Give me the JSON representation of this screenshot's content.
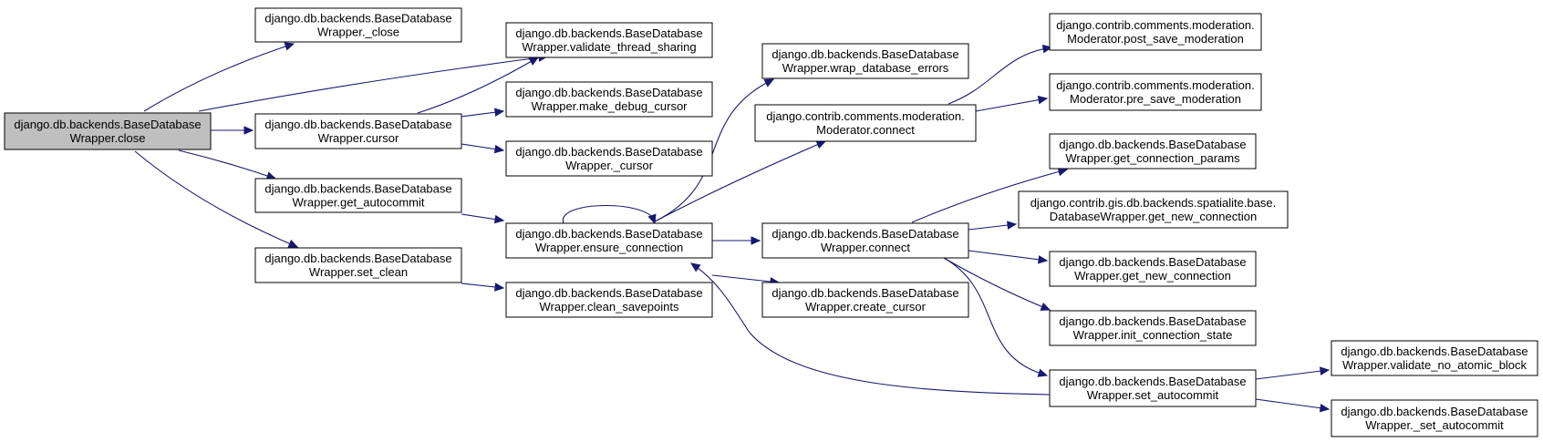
{
  "diagram": {
    "title": "",
    "nodes": [
      {
        "id": "close",
        "lines": [
          "django.db.backends.BaseDatabase",
          "Wrapper.close"
        ],
        "root": true
      },
      {
        "id": "_close",
        "lines": [
          "django.db.backends.BaseDatabase",
          "Wrapper._close"
        ]
      },
      {
        "id": "validate_thread_sharing",
        "lines": [
          "django.db.backends.BaseDatabase",
          "Wrapper.validate_thread_sharing"
        ]
      },
      {
        "id": "cursor",
        "lines": [
          "django.db.backends.BaseDatabase",
          "Wrapper.cursor"
        ]
      },
      {
        "id": "make_debug_cursor",
        "lines": [
          "django.db.backends.BaseDatabase",
          "Wrapper.make_debug_cursor"
        ]
      },
      {
        "id": "_cursor",
        "lines": [
          "django.db.backends.BaseDatabase",
          "Wrapper._cursor"
        ]
      },
      {
        "id": "get_autocommit",
        "lines": [
          "django.db.backends.BaseDatabase",
          "Wrapper.get_autocommit"
        ]
      },
      {
        "id": "ensure_connection",
        "lines": [
          "django.db.backends.BaseDatabase",
          "Wrapper.ensure_connection"
        ]
      },
      {
        "id": "set_clean",
        "lines": [
          "django.db.backends.BaseDatabase",
          "Wrapper.set_clean"
        ]
      },
      {
        "id": "clean_savepoints",
        "lines": [
          "django.db.backends.BaseDatabase",
          "Wrapper.clean_savepoints"
        ]
      },
      {
        "id": "wrap_database_errors",
        "lines": [
          "django.db.backends.BaseDatabase",
          "Wrapper.wrap_database_errors"
        ]
      },
      {
        "id": "moderator_connect",
        "lines": [
          "django.contrib.comments.moderation.",
          "Moderator.connect"
        ]
      },
      {
        "id": "connect",
        "lines": [
          "django.db.backends.BaseDatabase",
          "Wrapper.connect"
        ]
      },
      {
        "id": "create_cursor",
        "lines": [
          "django.db.backends.BaseDatabase",
          "Wrapper.create_cursor"
        ]
      },
      {
        "id": "post_save_moderation",
        "lines": [
          "django.contrib.comments.moderation.",
          "Moderator.post_save_moderation"
        ]
      },
      {
        "id": "pre_save_moderation",
        "lines": [
          "django.contrib.comments.moderation.",
          "Moderator.pre_save_moderation"
        ]
      },
      {
        "id": "get_connection_params",
        "lines": [
          "django.db.backends.BaseDatabase",
          "Wrapper.get_connection_params"
        ]
      },
      {
        "id": "spatialite_get_new_connection",
        "lines": [
          "django.contrib.gis.db.backends.spatialite.base.",
          "DatabaseWrapper.get_new_connection"
        ]
      },
      {
        "id": "get_new_connection",
        "lines": [
          "django.db.backends.BaseDatabase",
          "Wrapper.get_new_connection"
        ]
      },
      {
        "id": "init_connection_state",
        "lines": [
          "django.db.backends.BaseDatabase",
          "Wrapper.init_connection_state"
        ]
      },
      {
        "id": "set_autocommit",
        "lines": [
          "django.db.backends.BaseDatabase",
          "Wrapper.set_autocommit"
        ]
      },
      {
        "id": "validate_no_atomic_block",
        "lines": [
          "django.db.backends.BaseDatabase",
          "Wrapper.validate_no_atomic_block"
        ]
      },
      {
        "id": "_set_autocommit",
        "lines": [
          "django.db.backends.BaseDatabase",
          "Wrapper._set_autocommit"
        ]
      }
    ],
    "edges": [
      {
        "from": "close",
        "to": "_close"
      },
      {
        "from": "close",
        "to": "validate_thread_sharing"
      },
      {
        "from": "close",
        "to": "cursor"
      },
      {
        "from": "close",
        "to": "get_autocommit"
      },
      {
        "from": "close",
        "to": "set_clean"
      },
      {
        "from": "cursor",
        "to": "validate_thread_sharing"
      },
      {
        "from": "cursor",
        "to": "make_debug_cursor"
      },
      {
        "from": "cursor",
        "to": "_cursor"
      },
      {
        "from": "get_autocommit",
        "to": "ensure_connection"
      },
      {
        "from": "set_clean",
        "to": "clean_savepoints"
      },
      {
        "from": "ensure_connection",
        "to": "ensure_connection"
      },
      {
        "from": "ensure_connection",
        "to": "wrap_database_errors"
      },
      {
        "from": "ensure_connection",
        "to": "moderator_connect"
      },
      {
        "from": "ensure_connection",
        "to": "connect"
      },
      {
        "from": "ensure_connection",
        "to": "create_cursor"
      },
      {
        "from": "moderator_connect",
        "to": "post_save_moderation"
      },
      {
        "from": "moderator_connect",
        "to": "pre_save_moderation"
      },
      {
        "from": "connect",
        "to": "get_connection_params"
      },
      {
        "from": "connect",
        "to": "spatialite_get_new_connection"
      },
      {
        "from": "connect",
        "to": "get_new_connection"
      },
      {
        "from": "connect",
        "to": "init_connection_state"
      },
      {
        "from": "connect",
        "to": "set_autocommit"
      },
      {
        "from": "set_autocommit",
        "to": "ensure_connection"
      },
      {
        "from": "set_autocommit",
        "to": "validate_no_atomic_block"
      },
      {
        "from": "set_autocommit",
        "to": "_set_autocommit"
      }
    ]
  }
}
